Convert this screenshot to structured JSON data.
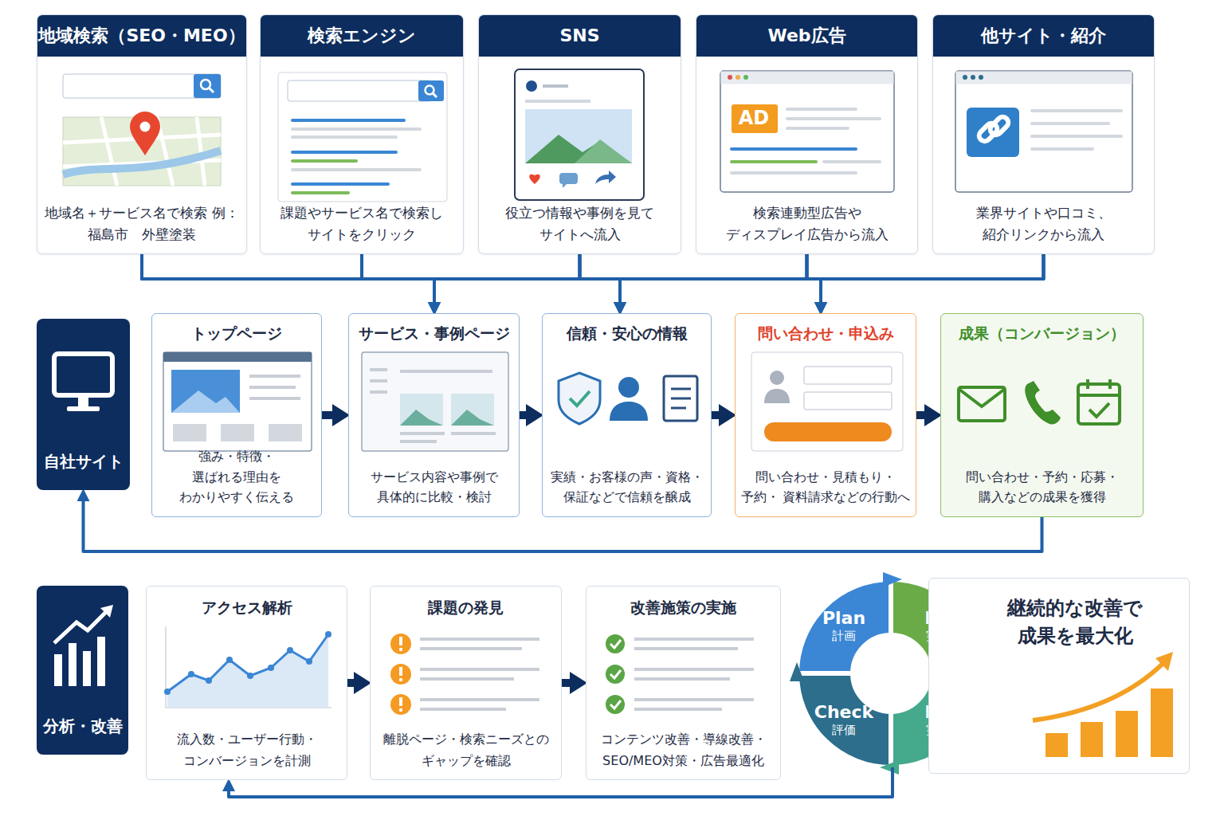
{
  "diagram": {
    "nodes": [
      {
        "text": [
          "地域検索（SEO・MEO）",
          "地域名＋サービス名で検索 例：福島市　外壁塗装"
        ]
      },
      {
        "text": [
          "検索エンジン",
          "課題やサービス名で検索し サイトをクリック"
        ]
      },
      {
        "text": [
          "SNS",
          "役立つ情報や事例を見て サイトへ流入"
        ]
      },
      {
        "text": [
          "Web広告",
          "検索連動型広告や ディスプレイ広告から流入"
        ]
      },
      {
        "text": [
          "他サイト・紹介",
          "業界サイトや口コミ、 紹介リンクから流入"
        ]
      },
      {
        "text": [
          "自社サイト"
        ]
      },
      {
        "text": [
          "トップページ",
          "強み・特徴・選ばれる理由を わかりやすく伝える"
        ]
      },
      {
        "text": [
          "サービス・事例ページ",
          "サービス内容や事例で 具体的に比較・検討"
        ]
      },
      {
        "text": [
          "信頼・安心の情報",
          "実績・お客様の声・資格・ 保証などで信頼を醸成"
        ]
      },
      {
        "text": [
          "問い合わせ・申込み",
          "問い合わせ・見積もり・予約・ 資料請求などの行動へ"
        ]
      },
      {
        "text": [
          "成果（コンバージョン）",
          "問い合わせ・予約・応募・ 購入などの成果を獲得"
        ]
      },
      {
        "text": [
          "分析・改善"
        ]
      },
      {
        "text": [
          "アクセス解析",
          "流入数・ユーザー行動・ コンバージョンを計測"
        ]
      },
      {
        "text": [
          "課題の発見",
          "離脱ページ・検索ニーズとの ギャップを確認"
        ]
      },
      {
        "text": [
          "改善施策の実施",
          "コンテンツ改善・導線改善・ SEO/MEO対策・広告最適化"
        ]
      },
      {
        "text": [
          "Plan",
          "計画"
        ]
      },
      {
        "text": [
          "Do",
          "実行"
        ]
      },
      {
        "text": [
          "Do",
          "実行"
        ]
      },
      {
        "text": [
          "Check",
          "評価"
        ]
      },
      {
        "text": [
          "継続的な改善で 成果を最大化"
        ]
      }
    ],
    "edges": [
      {
        "from": 0,
        "to": 7,
        "arrow": "to"
      },
      {
        "from": 0,
        "to": 8,
        "arrow": "to"
      },
      {
        "from": 0,
        "to": 9,
        "arrow": "to"
      },
      {
        "from": 1,
        "to": 7,
        "arrow": "to"
      },
      {
        "from": 1,
        "to": 8,
        "arrow": "to"
      },
      {
        "from": 1,
        "to": 9,
        "arrow": "to"
      },
      {
        "from": 2,
        "to": 7,
        "arrow": "to"
      },
      {
        "from": 2,
        "to": 8,
        "arrow": "to"
      },
      {
        "from": 2,
        "to": 9,
        "arrow": "to"
      },
      {
        "from": 3,
        "to": 7,
        "arrow": "to"
      },
      {
        "from": 3,
        "to": 8,
        "arrow": "to"
      },
      {
        "from": 3,
        "to": 9,
        "arrow": "to"
      },
      {
        "from": 4,
        "to": 7,
        "arrow": "to"
      },
      {
        "from": 4,
        "to": 8,
        "arrow": "to"
      },
      {
        "from": 4,
        "to": 9,
        "arrow": "to"
      },
      {
        "from": 6,
        "to": 7,
        "arrow": "to"
      },
      {
        "from": 7,
        "to": 8,
        "arrow": "to"
      },
      {
        "from": 8,
        "to": 9,
        "arrow": "to"
      },
      {
        "from": 9,
        "to": 10,
        "arrow": "to"
      },
      {
        "from": 10,
        "to": 5,
        "arrow": "to"
      },
      {
        "from": 12,
        "to": 13,
        "arrow": "to"
      },
      {
        "from": 13,
        "to": 14,
        "arrow": "to"
      },
      {
        "from": 17,
        "to": 12,
        "arrow": "to"
      }
    ],
    "labels": [
      "AD"
    ]
  }
}
